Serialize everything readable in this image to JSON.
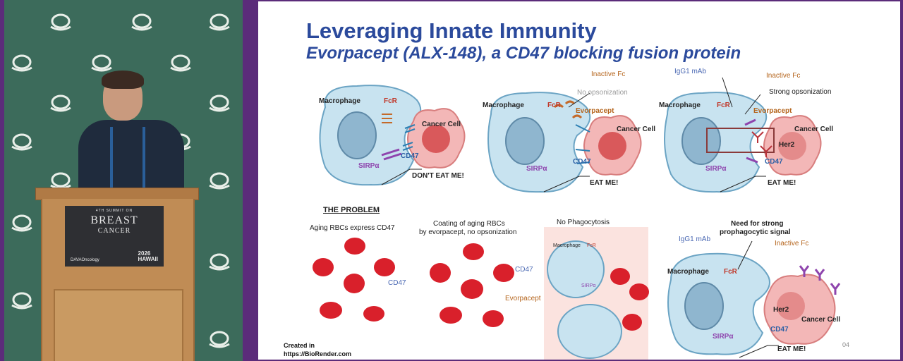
{
  "podium_sign": {
    "line1": "4TH SUMMIT ON",
    "line2": "BREAST",
    "line3": "CANCER",
    "sponsor": "DAVAOncology",
    "year_text": "2026\nHAWAII"
  },
  "slide": {
    "title": "Leveraging Innate Immunity",
    "subtitle": "Evorpacept (ALX-148), a CD47 blocking fusion protein",
    "panel1": {
      "macrophage": "Macrophage",
      "fcr": "FcR",
      "cancer_cell": "Cancer Cell",
      "sirpa": "SIRPα",
      "cd47": "CD47",
      "caption": "DON'T EAT ME!"
    },
    "panel2": {
      "inactive_fc": "Inactive Fc",
      "no_opsonization": "No opsonization",
      "macrophage": "Macrophage",
      "fcr": "FcR",
      "evorpacept": "Evorpacept",
      "cancer_cell": "Cancer Cell",
      "sirpa": "SIRPα",
      "cd47": "CD47",
      "caption": "EAT ME!"
    },
    "panel3": {
      "igg1": "IgG1 mAb",
      "inactive_fc": "Inactive Fc",
      "strong_opsonization": "Strong opsonization",
      "macrophage": "Macrophage",
      "fcr": "FcR",
      "evorpacept": "Evorpacept",
      "cancer_cell": "Cancer Cell",
      "her2": "Her2",
      "sirpa": "SIRPα",
      "cd47": "CD47",
      "caption": "EAT ME!"
    },
    "problem": {
      "heading": "THE PROBLEM",
      "aging": "Aging RBCs express CD47",
      "cd47": "CD47",
      "coating_line1": "Coating of aging RBCs",
      "coating_line2": "by evorpacept, no opsonization",
      "cd47_b": "CD47",
      "evorpacept": "Evorpacept",
      "no_phago": "No Phagocytosis",
      "macrophage_small": "Macrophage",
      "fcr_small": "FcR",
      "sirpa_small": "SIRPα"
    },
    "panel4": {
      "need_line1": "Need for strong",
      "need_line2": "prophagocytic signal",
      "igg1": "IgG1 mAb",
      "inactive_fc": "Inactive Fc",
      "macrophage": "Macrophage",
      "fcr": "FcR",
      "her2": "Her2",
      "cancer_cell": "Cancer Cell",
      "sirpa": "SIRPα",
      "cd47": "CD47",
      "caption": "EAT ME!"
    },
    "credit_line1": "Created in",
    "credit_line2": "https://BioRender.com",
    "page_number": "04"
  },
  "colors": {
    "frame": "#5b2c7a",
    "title_blue": "#2b4a9c",
    "backdrop_green": "#3c6b5b",
    "podium_wood": "#c08c55",
    "macrophage_fill": "#c8e3f0",
    "cancer_fill": "#f3b7b7",
    "rbc_red": "#d9202b"
  }
}
